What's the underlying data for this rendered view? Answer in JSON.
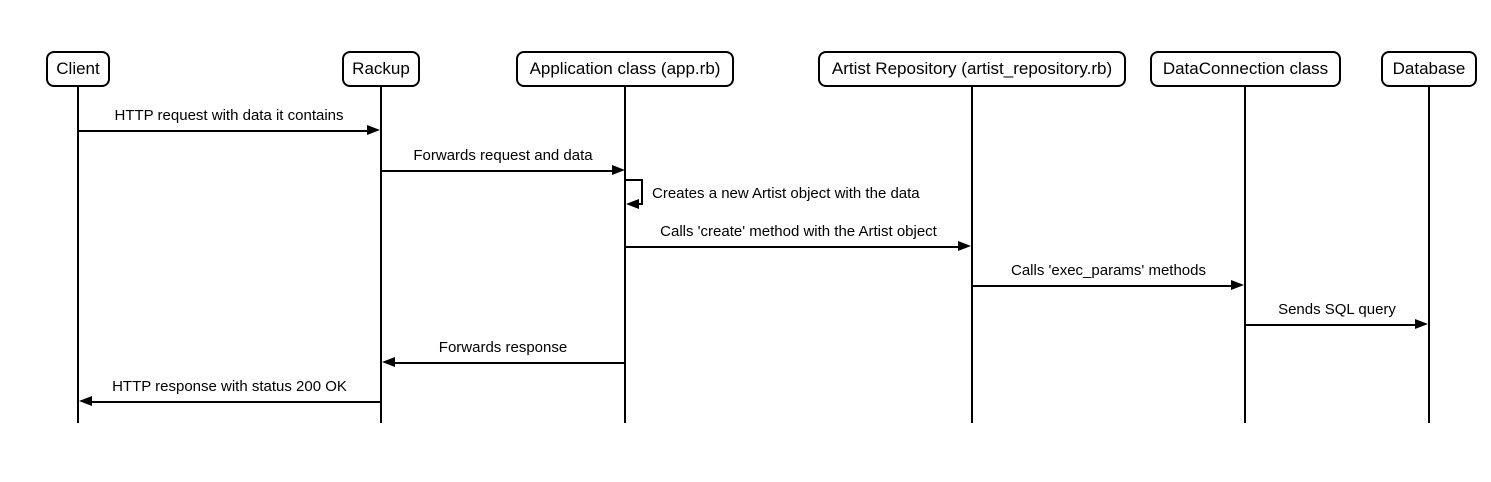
{
  "diagram": {
    "type": "uml-sequence-diagram",
    "colors": {
      "line": "#000000",
      "text": "#000000",
      "background": "#ffffff",
      "actor_fill": "#ffffff"
    },
    "actors": [
      {
        "id": "client",
        "label": "Client"
      },
      {
        "id": "rackup",
        "label": "Rackup"
      },
      {
        "id": "application",
        "label": "Application class (app.rb)"
      },
      {
        "id": "artist_repository",
        "label": "Artist Repository (artist_repository.rb)"
      },
      {
        "id": "data_connection",
        "label": "DataConnection class"
      },
      {
        "id": "database",
        "label": "Database"
      }
    ],
    "messages": [
      {
        "from": "Client",
        "to": "Rackup",
        "direction": "right",
        "label": "HTTP request with data it contains"
      },
      {
        "from": "Rackup",
        "to": "Application class (app.rb)",
        "direction": "right",
        "label": "Forwards request and data"
      },
      {
        "from": "Application class (app.rb)",
        "to": "Application class (app.rb)",
        "direction": "self",
        "label": "Creates a new Artist object with the data"
      },
      {
        "from": "Application class (app.rb)",
        "to": "Artist Repository (artist_repository.rb)",
        "direction": "right",
        "label": "Calls 'create' method with the Artist object"
      },
      {
        "from": "Artist Repository (artist_repository.rb)",
        "to": "DataConnection class",
        "direction": "right",
        "label": "Calls 'exec_params' methods"
      },
      {
        "from": "DataConnection class",
        "to": "Database",
        "direction": "right",
        "label": "Sends SQL query"
      },
      {
        "from": "Application class (app.rb)",
        "to": "Rackup",
        "direction": "left",
        "label": "Forwards response"
      },
      {
        "from": "Rackup",
        "to": "Client",
        "direction": "left",
        "label": "HTTP response with status 200 OK"
      }
    ]
  }
}
